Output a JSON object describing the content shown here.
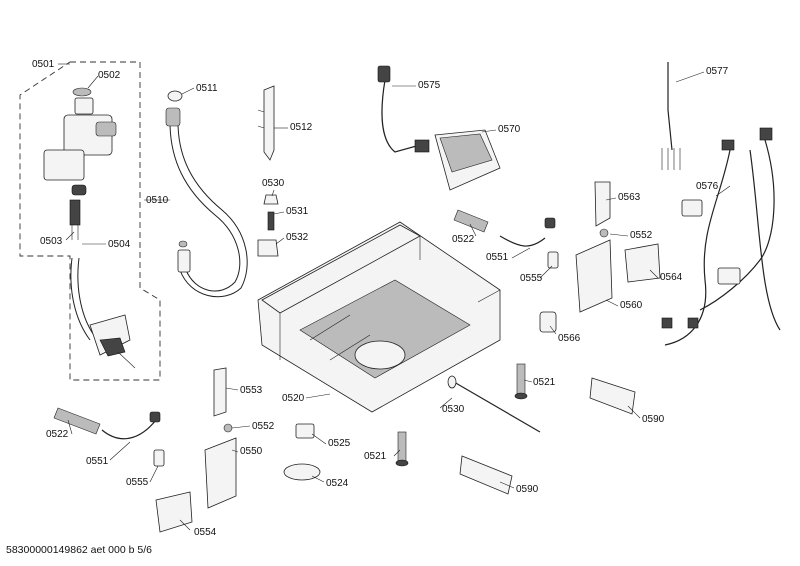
{
  "footer": "58300000149862 aet 000 b 5/6",
  "labels": {
    "p0501": "0501",
    "p0502": "0502",
    "p0503": "0503",
    "p0504": "0504",
    "p0510": "0510",
    "p0511": "0511",
    "p0512": "0512",
    "p0520": "0520",
    "p0521a": "0521",
    "p0521b": "0521",
    "p0522a": "0522",
    "p0522b": "0522",
    "p0524": "0524",
    "p0525": "0525",
    "p0530a": "0530",
    "p0530b": "0530",
    "p0531": "0531",
    "p0532": "0532",
    "p0550": "0550",
    "p0551a": "0551",
    "p0551b": "0551",
    "p0552a": "0552",
    "p0552b": "0552",
    "p0553": "0553",
    "p0554": "0554",
    "p0555a": "0555",
    "p0555b": "0555",
    "p0560": "0560",
    "p0563": "0563",
    "p0564": "0564",
    "p0566": "0566",
    "p0570": "0570",
    "p0575": "0575",
    "p0576": "0576",
    "p0577": "0577",
    "p0590a": "0590",
    "p0590b": "0590"
  }
}
